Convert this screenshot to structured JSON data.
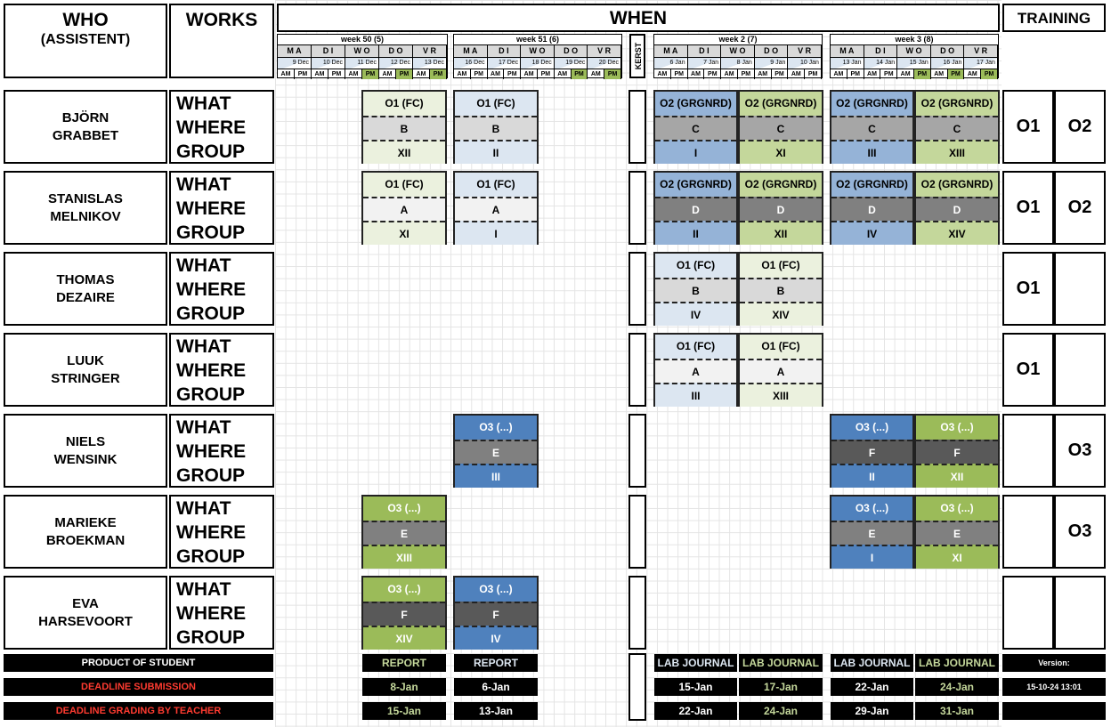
{
  "headers": {
    "who": "WHO",
    "who_sub": "(ASSISTENT)",
    "works": "WORKS",
    "when": "WHEN",
    "training": "TRAINING",
    "kerst": "KERST"
  },
  "works_labels": [
    "WHAT",
    "WHERE",
    "GROUP"
  ],
  "weeks": [
    {
      "title": "week 50 (5)",
      "days": [
        "M A",
        "D I",
        "W O",
        "D O",
        "V R"
      ],
      "dates": [
        "9 Dec",
        "10 Dec",
        "11 Dec",
        "12 Dec",
        "13 Dec"
      ],
      "pm_green": [
        2,
        3,
        4
      ]
    },
    {
      "title": "week 51 (6)",
      "days": [
        "M A",
        "D I",
        "W O",
        "D O",
        "V R"
      ],
      "dates": [
        "16 Dec",
        "17 Dec",
        "18 Dec",
        "19 Dec",
        "20 Dec"
      ],
      "pm_green": [
        3,
        4
      ]
    },
    {
      "title": "week 2 (7)",
      "days": [
        "M A",
        "D I",
        "W O",
        "D O",
        "V R"
      ],
      "dates": [
        "6 Jan",
        "7 Jan",
        "8 Jan",
        "9 Jan",
        "10 Jan"
      ],
      "pm_green": []
    },
    {
      "title": "week 3 (8)",
      "days": [
        "M A",
        "D I",
        "W O",
        "D O",
        "V R"
      ],
      "dates": [
        "13 Jan",
        "14 Jan",
        "15 Jan",
        "16 Jan",
        "17 Jan"
      ],
      "pm_green": [
        2,
        3,
        4
      ]
    }
  ],
  "ampm": [
    "AM",
    "PM"
  ],
  "people": [
    {
      "first": "BJÖRN",
      "last": "GRABBET",
      "blocks": [
        {
          "slot": 0,
          "what": "O1 (FC)",
          "where": "B",
          "group": "XII",
          "scheme": "a"
        },
        {
          "slot": 1,
          "what": "O1 (FC)",
          "where": "B",
          "group": "II",
          "scheme": "b"
        },
        {
          "slot": 2,
          "what": "O2 (GRGNRD)",
          "where": "C",
          "group": "I",
          "scheme": "c"
        },
        {
          "slot": 3,
          "what": "O2 (GRGNRD)",
          "where": "C",
          "group": "XI",
          "scheme": "d"
        },
        {
          "slot": 4,
          "what": "O2 (GRGNRD)",
          "where": "C",
          "group": "III",
          "scheme": "c"
        },
        {
          "slot": 5,
          "what": "O2 (GRGNRD)",
          "where": "C",
          "group": "XIII",
          "scheme": "d"
        }
      ],
      "training": [
        "O1",
        "O2"
      ]
    },
    {
      "first": "STANISLAS",
      "last": "MELNIKOV",
      "blocks": [
        {
          "slot": 0,
          "what": "O1 (FC)",
          "where": "A",
          "group": "XI",
          "scheme": "a2"
        },
        {
          "slot": 1,
          "what": "O1 (FC)",
          "where": "A",
          "group": "I",
          "scheme": "b2"
        },
        {
          "slot": 2,
          "what": "O2 (GRGNRD)",
          "where": "D",
          "group": "II",
          "scheme": "c2"
        },
        {
          "slot": 3,
          "what": "O2 (GRGNRD)",
          "where": "D",
          "group": "XII",
          "scheme": "d2"
        },
        {
          "slot": 4,
          "what": "O2 (GRGNRD)",
          "where": "D",
          "group": "IV",
          "scheme": "c2"
        },
        {
          "slot": 5,
          "what": "O2 (GRGNRD)",
          "where": "D",
          "group": "XIV",
          "scheme": "d2"
        }
      ],
      "training": [
        "O1",
        "O2"
      ]
    },
    {
      "first": "THOMAS",
      "last": "DEZAIRE",
      "blocks": [
        {
          "slot": 2,
          "what": "O1 (FC)",
          "where": "B",
          "group": "IV",
          "scheme": "b"
        },
        {
          "slot": 3,
          "what": "O1 (FC)",
          "where": "B",
          "group": "XIV",
          "scheme": "a"
        }
      ],
      "training": [
        "O1",
        ""
      ]
    },
    {
      "first": "LUUK",
      "last": "STRINGER",
      "blocks": [
        {
          "slot": 2,
          "what": "O1 (FC)",
          "where": "A",
          "group": "III",
          "scheme": "b2"
        },
        {
          "slot": 3,
          "what": "O1 (FC)",
          "where": "A",
          "group": "XIII",
          "scheme": "a2"
        }
      ],
      "training": [
        "O1",
        ""
      ]
    },
    {
      "first": "NIELS",
      "last": "WENSINK",
      "blocks": [
        {
          "slot": 1,
          "what": "O3 (...)",
          "where": "E",
          "group": "III",
          "scheme": "e"
        },
        {
          "slot": 4,
          "what": "O3 (...)",
          "where": "F",
          "group": "II",
          "scheme": "e2"
        },
        {
          "slot": 5,
          "what": "O3 (...)",
          "where": "F",
          "group": "XII",
          "scheme": "f2"
        }
      ],
      "training": [
        "",
        "O3"
      ]
    },
    {
      "first": "MARIEKE",
      "last": "BROEKMAN",
      "blocks": [
        {
          "slot": 0,
          "what": "O3 (...)",
          "where": "E",
          "group": "XIII",
          "scheme": "f"
        },
        {
          "slot": 4,
          "what": "O3 (...)",
          "where": "E",
          "group": "I",
          "scheme": "e"
        },
        {
          "slot": 5,
          "what": "O3 (...)",
          "where": "E",
          "group": "XI",
          "scheme": "f"
        }
      ],
      "training": [
        "",
        "O3"
      ]
    },
    {
      "first": "EVA",
      "last": "HARSEVOORT",
      "blocks": [
        {
          "slot": 0,
          "what": "O3 (...)",
          "where": "F",
          "group": "XIV",
          "scheme": "f2"
        },
        {
          "slot": 1,
          "what": "O3 (...)",
          "where": "F",
          "group": "IV",
          "scheme": "e2"
        }
      ],
      "training": [
        "",
        ""
      ]
    }
  ],
  "footer": {
    "labels": [
      "PRODUCT OF STUDENT",
      "DEADLINE SUBMISSION",
      "DEADLINE GRADING BY TEACHER"
    ],
    "label_colors": [
      "#ffffff",
      "#ff3b30",
      "#ff3b30"
    ],
    "columns": [
      {
        "slot": 0,
        "values": [
          "REPORT",
          "8-Jan",
          "15-Jan"
        ],
        "color": "#c4d79b"
      },
      {
        "slot": 1,
        "values": [
          "REPORT",
          "6-Jan",
          "13-Jan"
        ],
        "color": "#dce6f1"
      },
      {
        "slot": 2,
        "values": [
          "LAB JOURNAL",
          "15-Jan",
          "22-Jan"
        ],
        "color": "#dce6f1"
      },
      {
        "slot": 3,
        "values": [
          "LAB JOURNAL",
          "17-Jan",
          "24-Jan"
        ],
        "color": "#c4d79b"
      },
      {
        "slot": 4,
        "values": [
          "LAB JOURNAL",
          "22-Jan",
          "29-Jan"
        ],
        "color": "#dce6f1"
      },
      {
        "slot": 5,
        "values": [
          "LAB JOURNAL",
          "24-Jan",
          "31-Jan"
        ],
        "color": "#c4d79b"
      }
    ],
    "version_label": "Version:",
    "version_value": "15-10-24 13:01"
  },
  "colors": {
    "a": "#ebf1de",
    "b": "#dce6f1",
    "c": "#95b3d7",
    "d": "#c4d79b",
    "where_light": "#d9d9d9",
    "where_pale": "#f2f2f2",
    "where_mid": "#a6a6a6",
    "where_dark": "#808080",
    "where_darker": "#595959",
    "blue": "#4f81bd",
    "green": "#9bbb59"
  }
}
